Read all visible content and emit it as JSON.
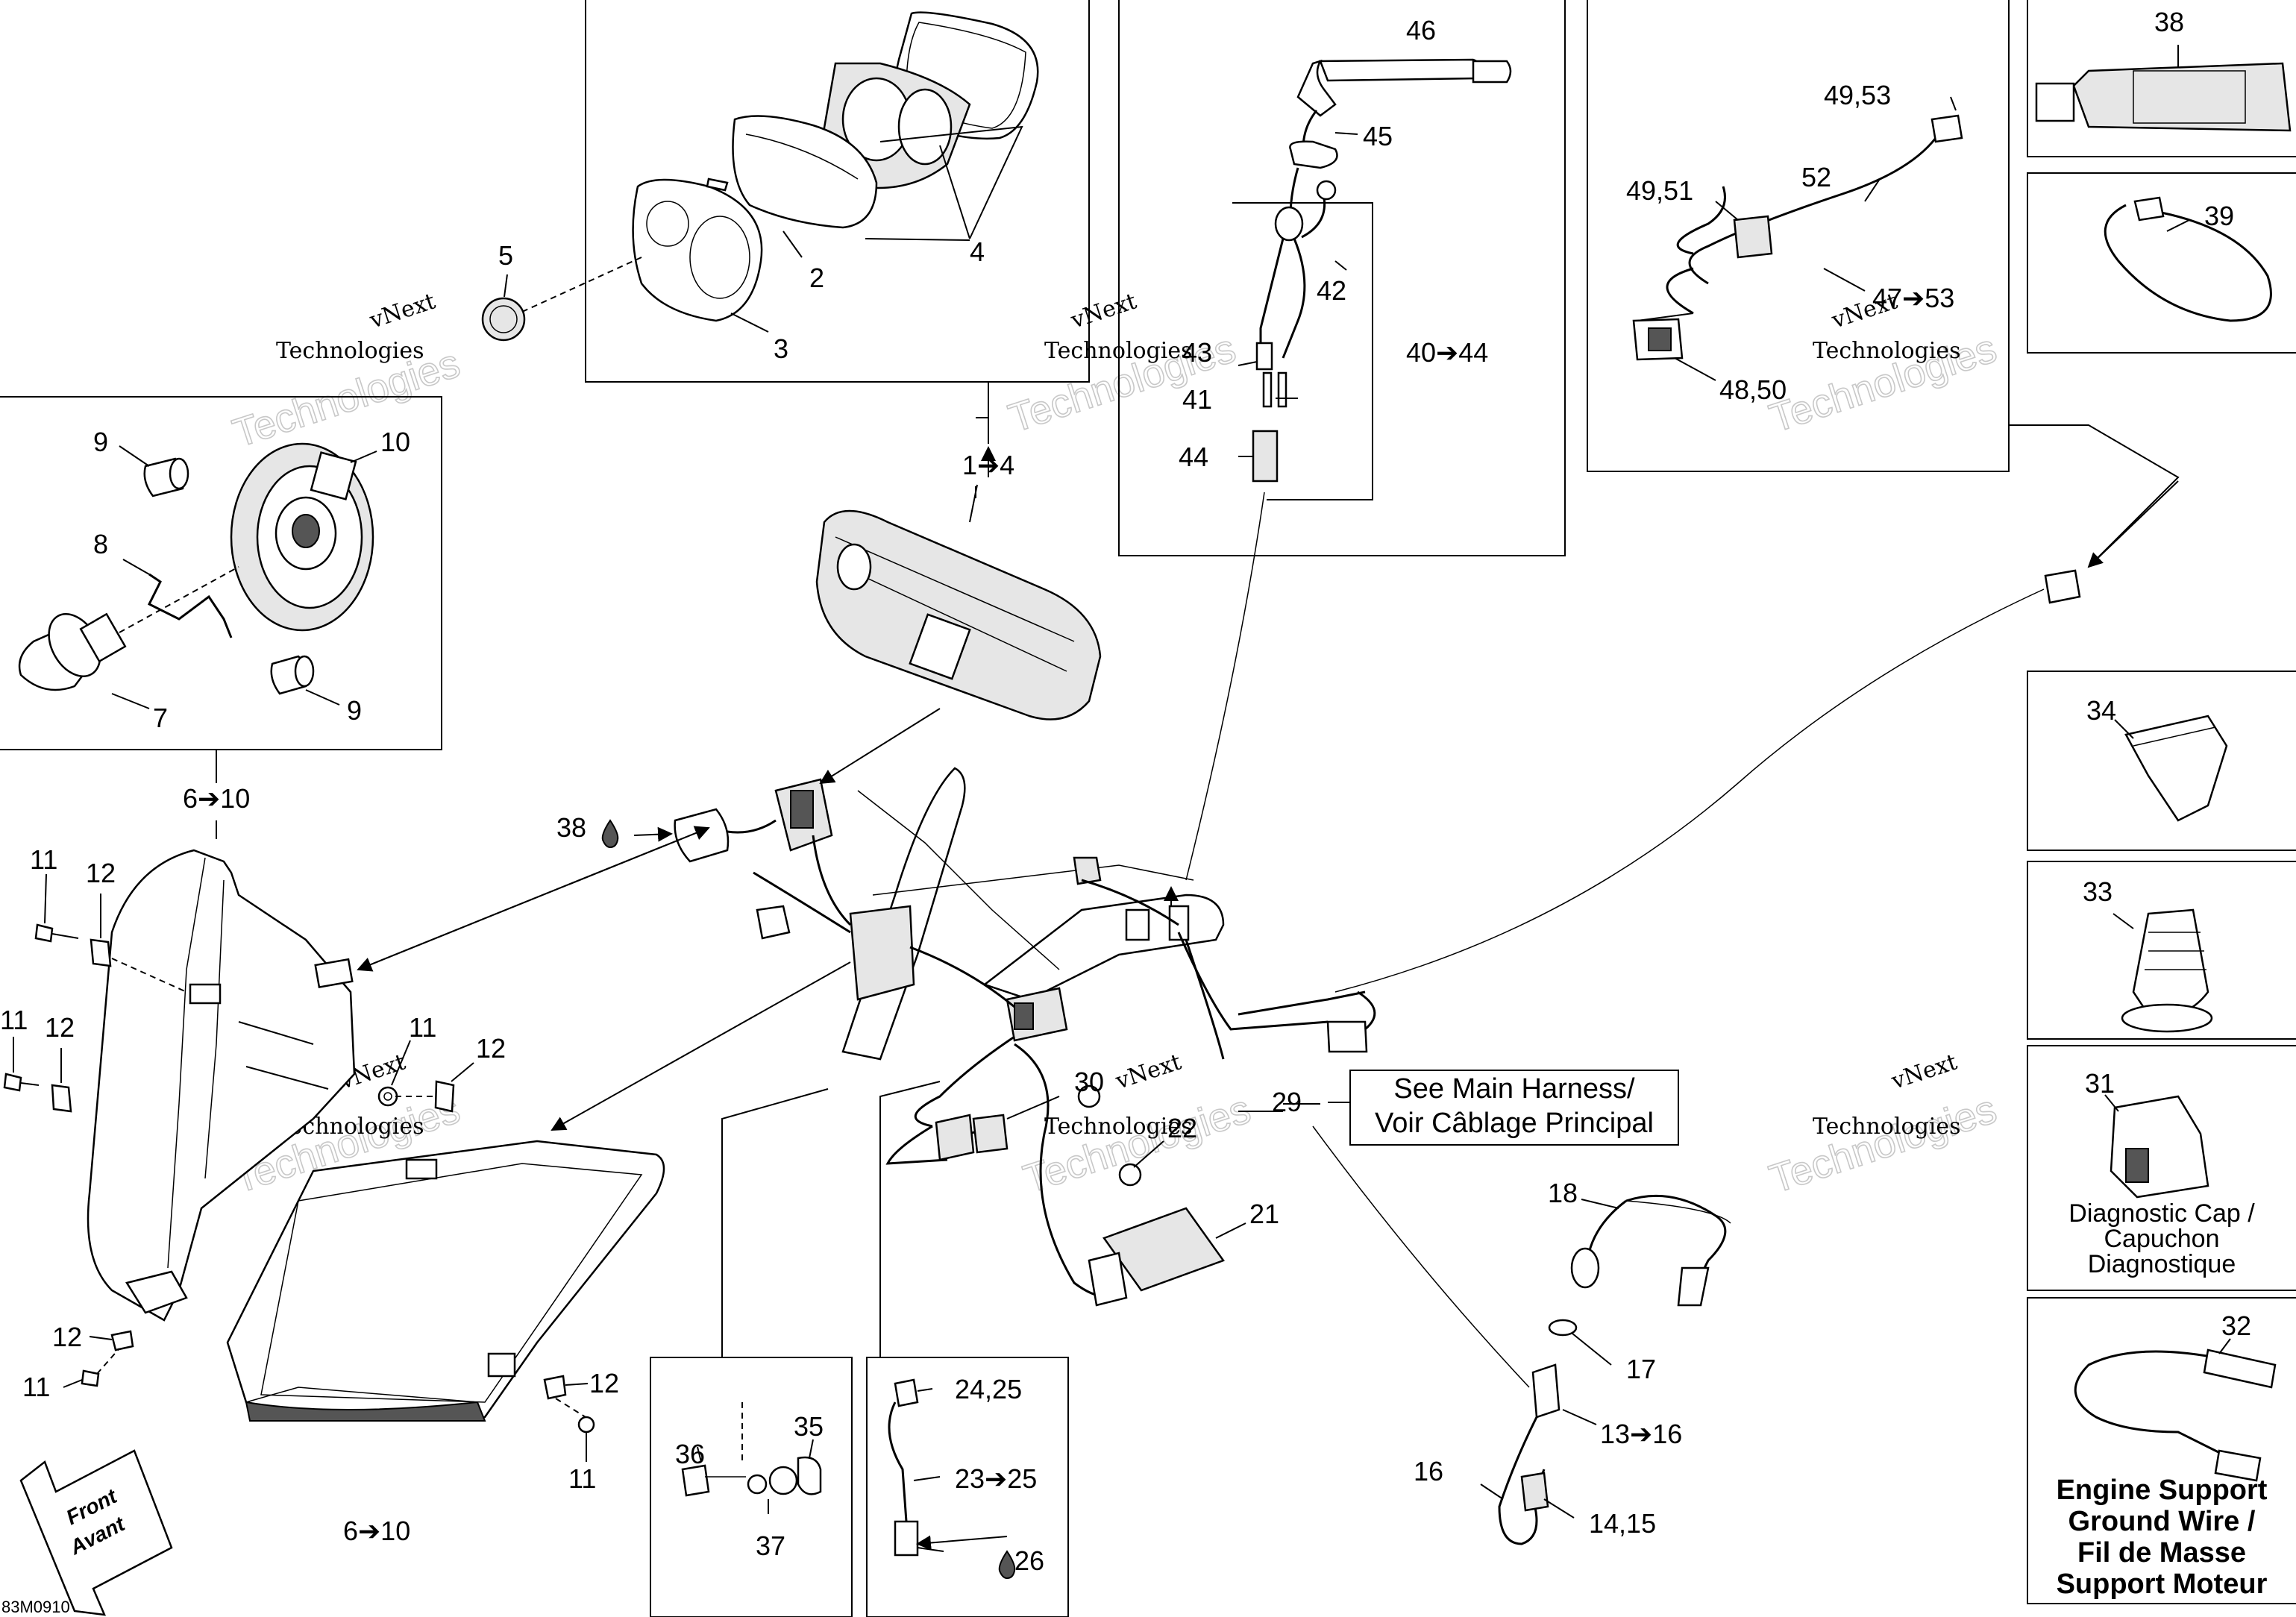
{
  "diagram": {
    "callouts": [
      {
        "id": "c1-4",
        "text": "1➔4"
      },
      {
        "id": "c2",
        "text": "2"
      },
      {
        "id": "c3",
        "text": "3"
      },
      {
        "id": "c4",
        "text": "4"
      },
      {
        "id": "c5",
        "text": "5"
      },
      {
        "id": "c6-10-top",
        "text": "6➔10"
      },
      {
        "id": "c6-10-bottom",
        "text": "6➔10"
      },
      {
        "id": "c7",
        "text": "7"
      },
      {
        "id": "c8",
        "text": "8"
      },
      {
        "id": "c9-a",
        "text": "9"
      },
      {
        "id": "c9-b",
        "text": "9"
      },
      {
        "id": "c10",
        "text": "10"
      },
      {
        "id": "c11-a",
        "text": "11"
      },
      {
        "id": "c11-b",
        "text": "11"
      },
      {
        "id": "c11-c",
        "text": "11"
      },
      {
        "id": "c11-d",
        "text": "11"
      },
      {
        "id": "c11-e",
        "text": "11"
      },
      {
        "id": "c12-a",
        "text": "12"
      },
      {
        "id": "c12-b",
        "text": "12"
      },
      {
        "id": "c12-c",
        "text": "12"
      },
      {
        "id": "c12-d",
        "text": "12"
      },
      {
        "id": "c12-e",
        "text": "12"
      },
      {
        "id": "c13-16",
        "text": "13➔16"
      },
      {
        "id": "c14-15",
        "text": "14,15"
      },
      {
        "id": "c16",
        "text": "16"
      },
      {
        "id": "c17",
        "text": "17"
      },
      {
        "id": "c18",
        "text": "18"
      },
      {
        "id": "c21",
        "text": "21"
      },
      {
        "id": "c22",
        "text": "22"
      },
      {
        "id": "c23-25",
        "text": "23➔25"
      },
      {
        "id": "c24-25",
        "text": "24,25"
      },
      {
        "id": "c26",
        "text": "26"
      },
      {
        "id": "c29",
        "text": "29"
      },
      {
        "id": "c30",
        "text": "30"
      },
      {
        "id": "c31",
        "text": "31"
      },
      {
        "id": "c32",
        "text": "32"
      },
      {
        "id": "c33",
        "text": "33"
      },
      {
        "id": "c34",
        "text": "34"
      },
      {
        "id": "c35",
        "text": "35"
      },
      {
        "id": "c36",
        "text": "36"
      },
      {
        "id": "c37",
        "text": "37"
      },
      {
        "id": "c38-top",
        "text": "38"
      },
      {
        "id": "c38-left",
        "text": "38"
      },
      {
        "id": "c39",
        "text": "39"
      },
      {
        "id": "c40-44",
        "text": "40➔44"
      },
      {
        "id": "c41",
        "text": "41"
      },
      {
        "id": "c42",
        "text": "42"
      },
      {
        "id": "c43",
        "text": "43"
      },
      {
        "id": "c44",
        "text": "44"
      },
      {
        "id": "c45",
        "text": "45"
      },
      {
        "id": "c46",
        "text": "46"
      },
      {
        "id": "c47-53",
        "text": "47➔53"
      },
      {
        "id": "c48-50",
        "text": "48,50"
      },
      {
        "id": "c49-51",
        "text": "49,51"
      },
      {
        "id": "c49-53",
        "text": "49,53"
      },
      {
        "id": "c52",
        "text": "52"
      }
    ],
    "notes": {
      "main_harness_line1": "See Main Harness/",
      "main_harness_line2": "Voir Câblage Principal",
      "diag_line1": "Diagnostic Cap /",
      "diag_line2": "Capuchon",
      "diag_line3": "Diagnostique",
      "ground_line1": "Engine Support",
      "ground_line2": "Ground Wire /",
      "ground_line3": "Fil de Masse",
      "ground_line4": "Support Moteur",
      "front_en": "Front",
      "front_fr": "Avant",
      "drawing_code": "83M0910"
    },
    "watermark": {
      "line1": "vNext",
      "line2": "Technologies",
      "outline": "Technologies"
    },
    "colors": {
      "line": "#000000",
      "background": "#ffffff",
      "watermark": "#c8c8c8"
    }
  }
}
